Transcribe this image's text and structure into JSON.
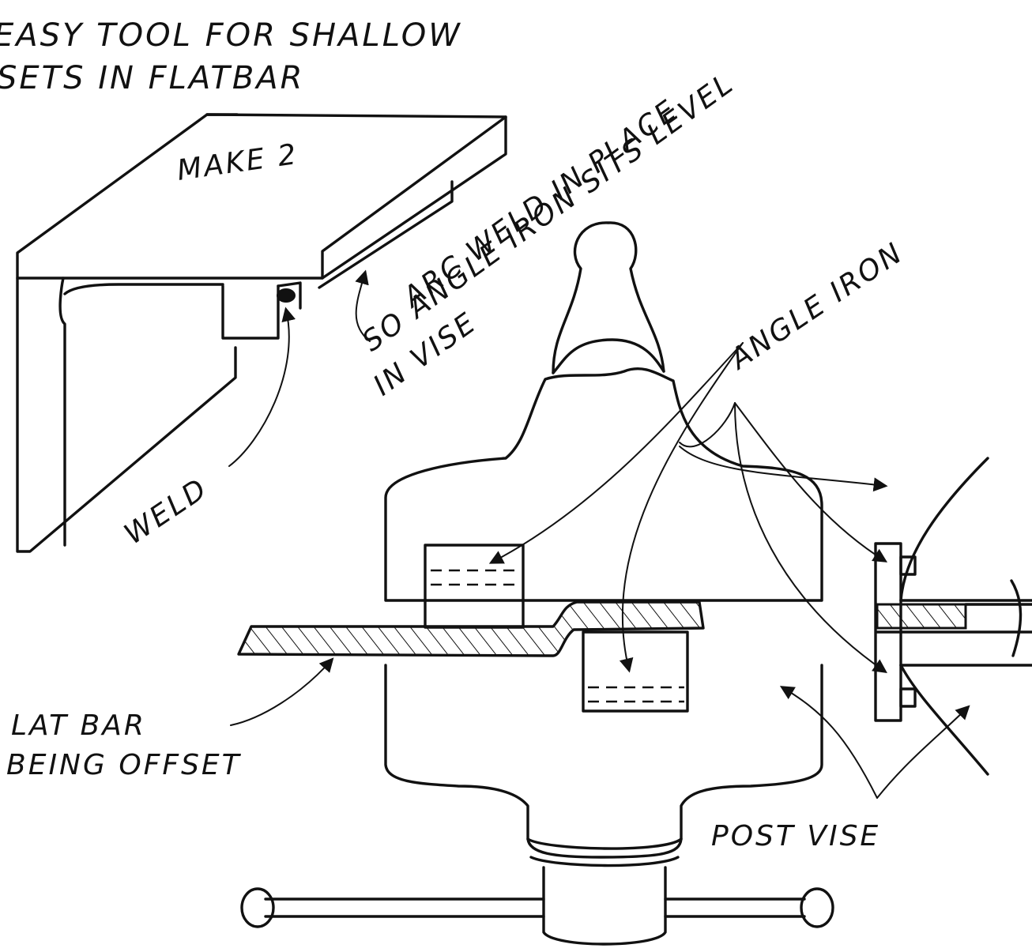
{
  "title": {
    "line1": "EASY TOOL FOR SHALLOW",
    "line2": "SETS IN FLATBAR"
  },
  "labels": {
    "make_count": "MAKE 2",
    "weld": "WELD",
    "arc_weld_line1": "ARC WELD IN PLACE",
    "arc_weld_line2": "SO ANGLE IRON SITS LEVEL",
    "arc_weld_line3": "IN VISE",
    "angle_iron": "ANGLE IRON",
    "flat_bar_line1": "LAT BAR",
    "flat_bar_line2": "BEING OFFSET",
    "post_vise": "POST VISE"
  },
  "colors": {
    "ink": "#111111",
    "paper": "#ffffff"
  }
}
